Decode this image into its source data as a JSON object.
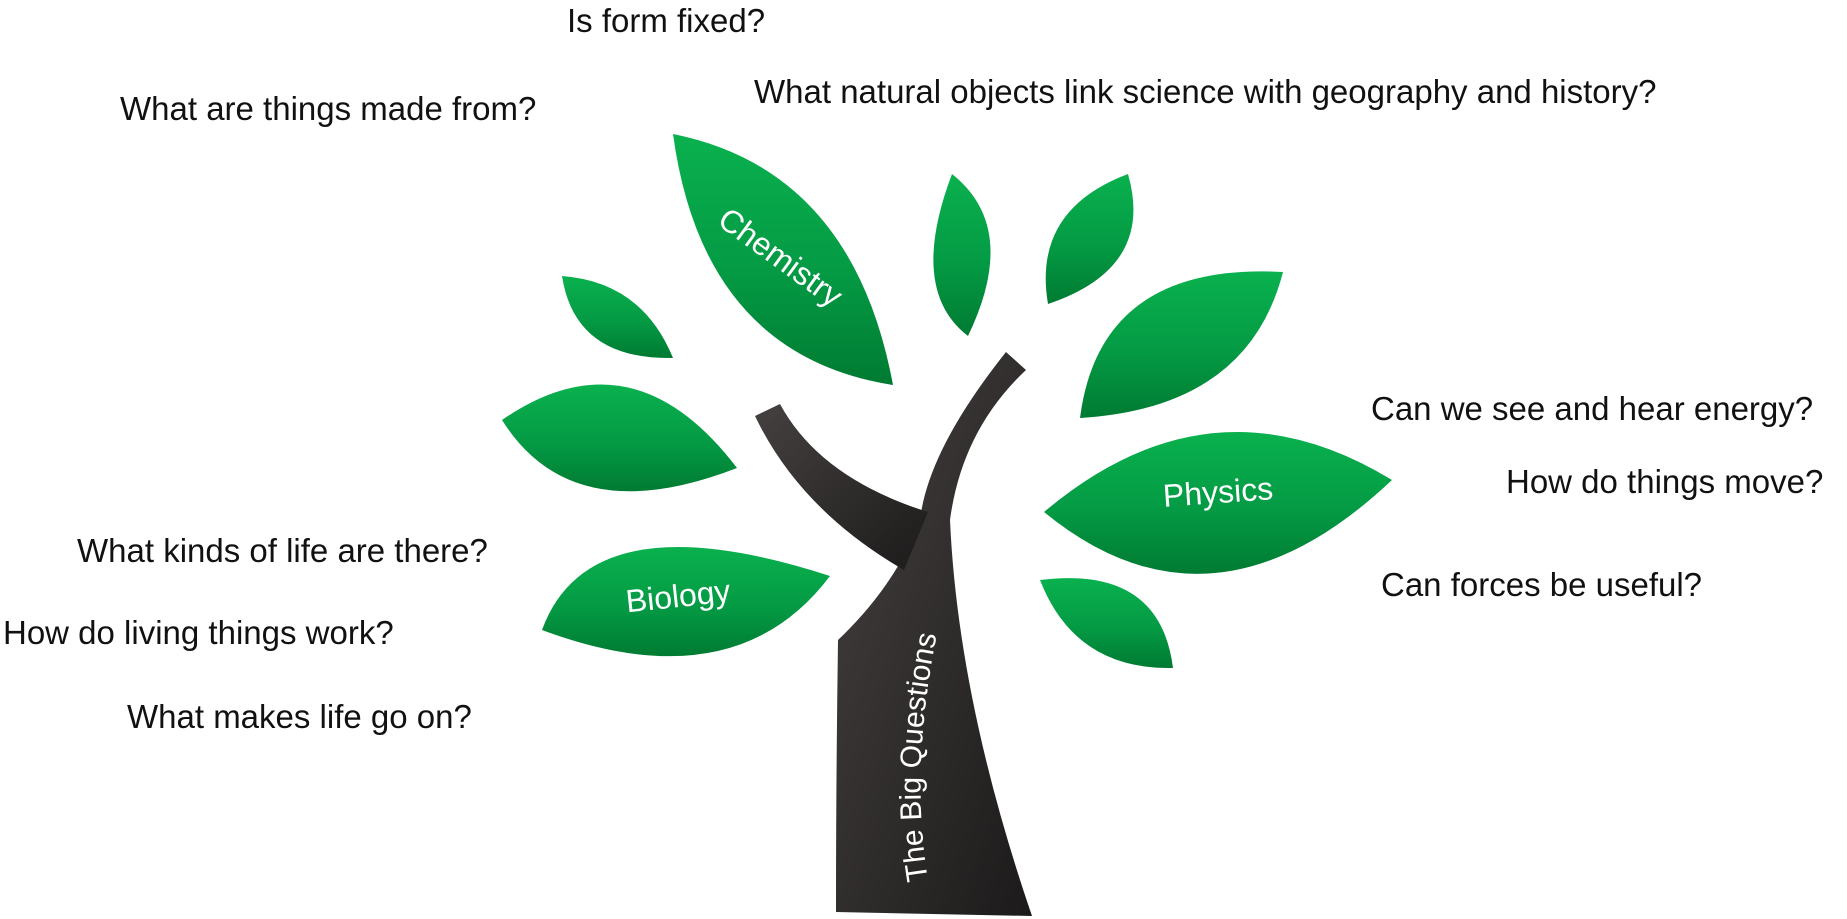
{
  "tree": {
    "trunk_label": "The Big Questions",
    "branches": {
      "chemistry": "Chemistry",
      "physics": "Physics",
      "biology": "Biology"
    }
  },
  "questions": {
    "form_fixed": "Is form fixed?",
    "natural_objects": "What natural objects link science with geography and history?",
    "made_from": "What are things made from?",
    "see_hear_energy": "Can we see and hear energy?",
    "things_move": "How do things move?",
    "forces_useful": "Can forces be useful?",
    "kinds_of_life": "What kinds of life are there?",
    "living_things_work": "How do living things work?",
    "life_go_on": "What makes life go on?"
  },
  "colors": {
    "leaf_light": "#0ab14e",
    "leaf_dark": "#007b32",
    "trunk_light": "#3e3a39",
    "trunk_dark": "#1f1d1d",
    "text": "#111111",
    "label": "#ffffff"
  }
}
